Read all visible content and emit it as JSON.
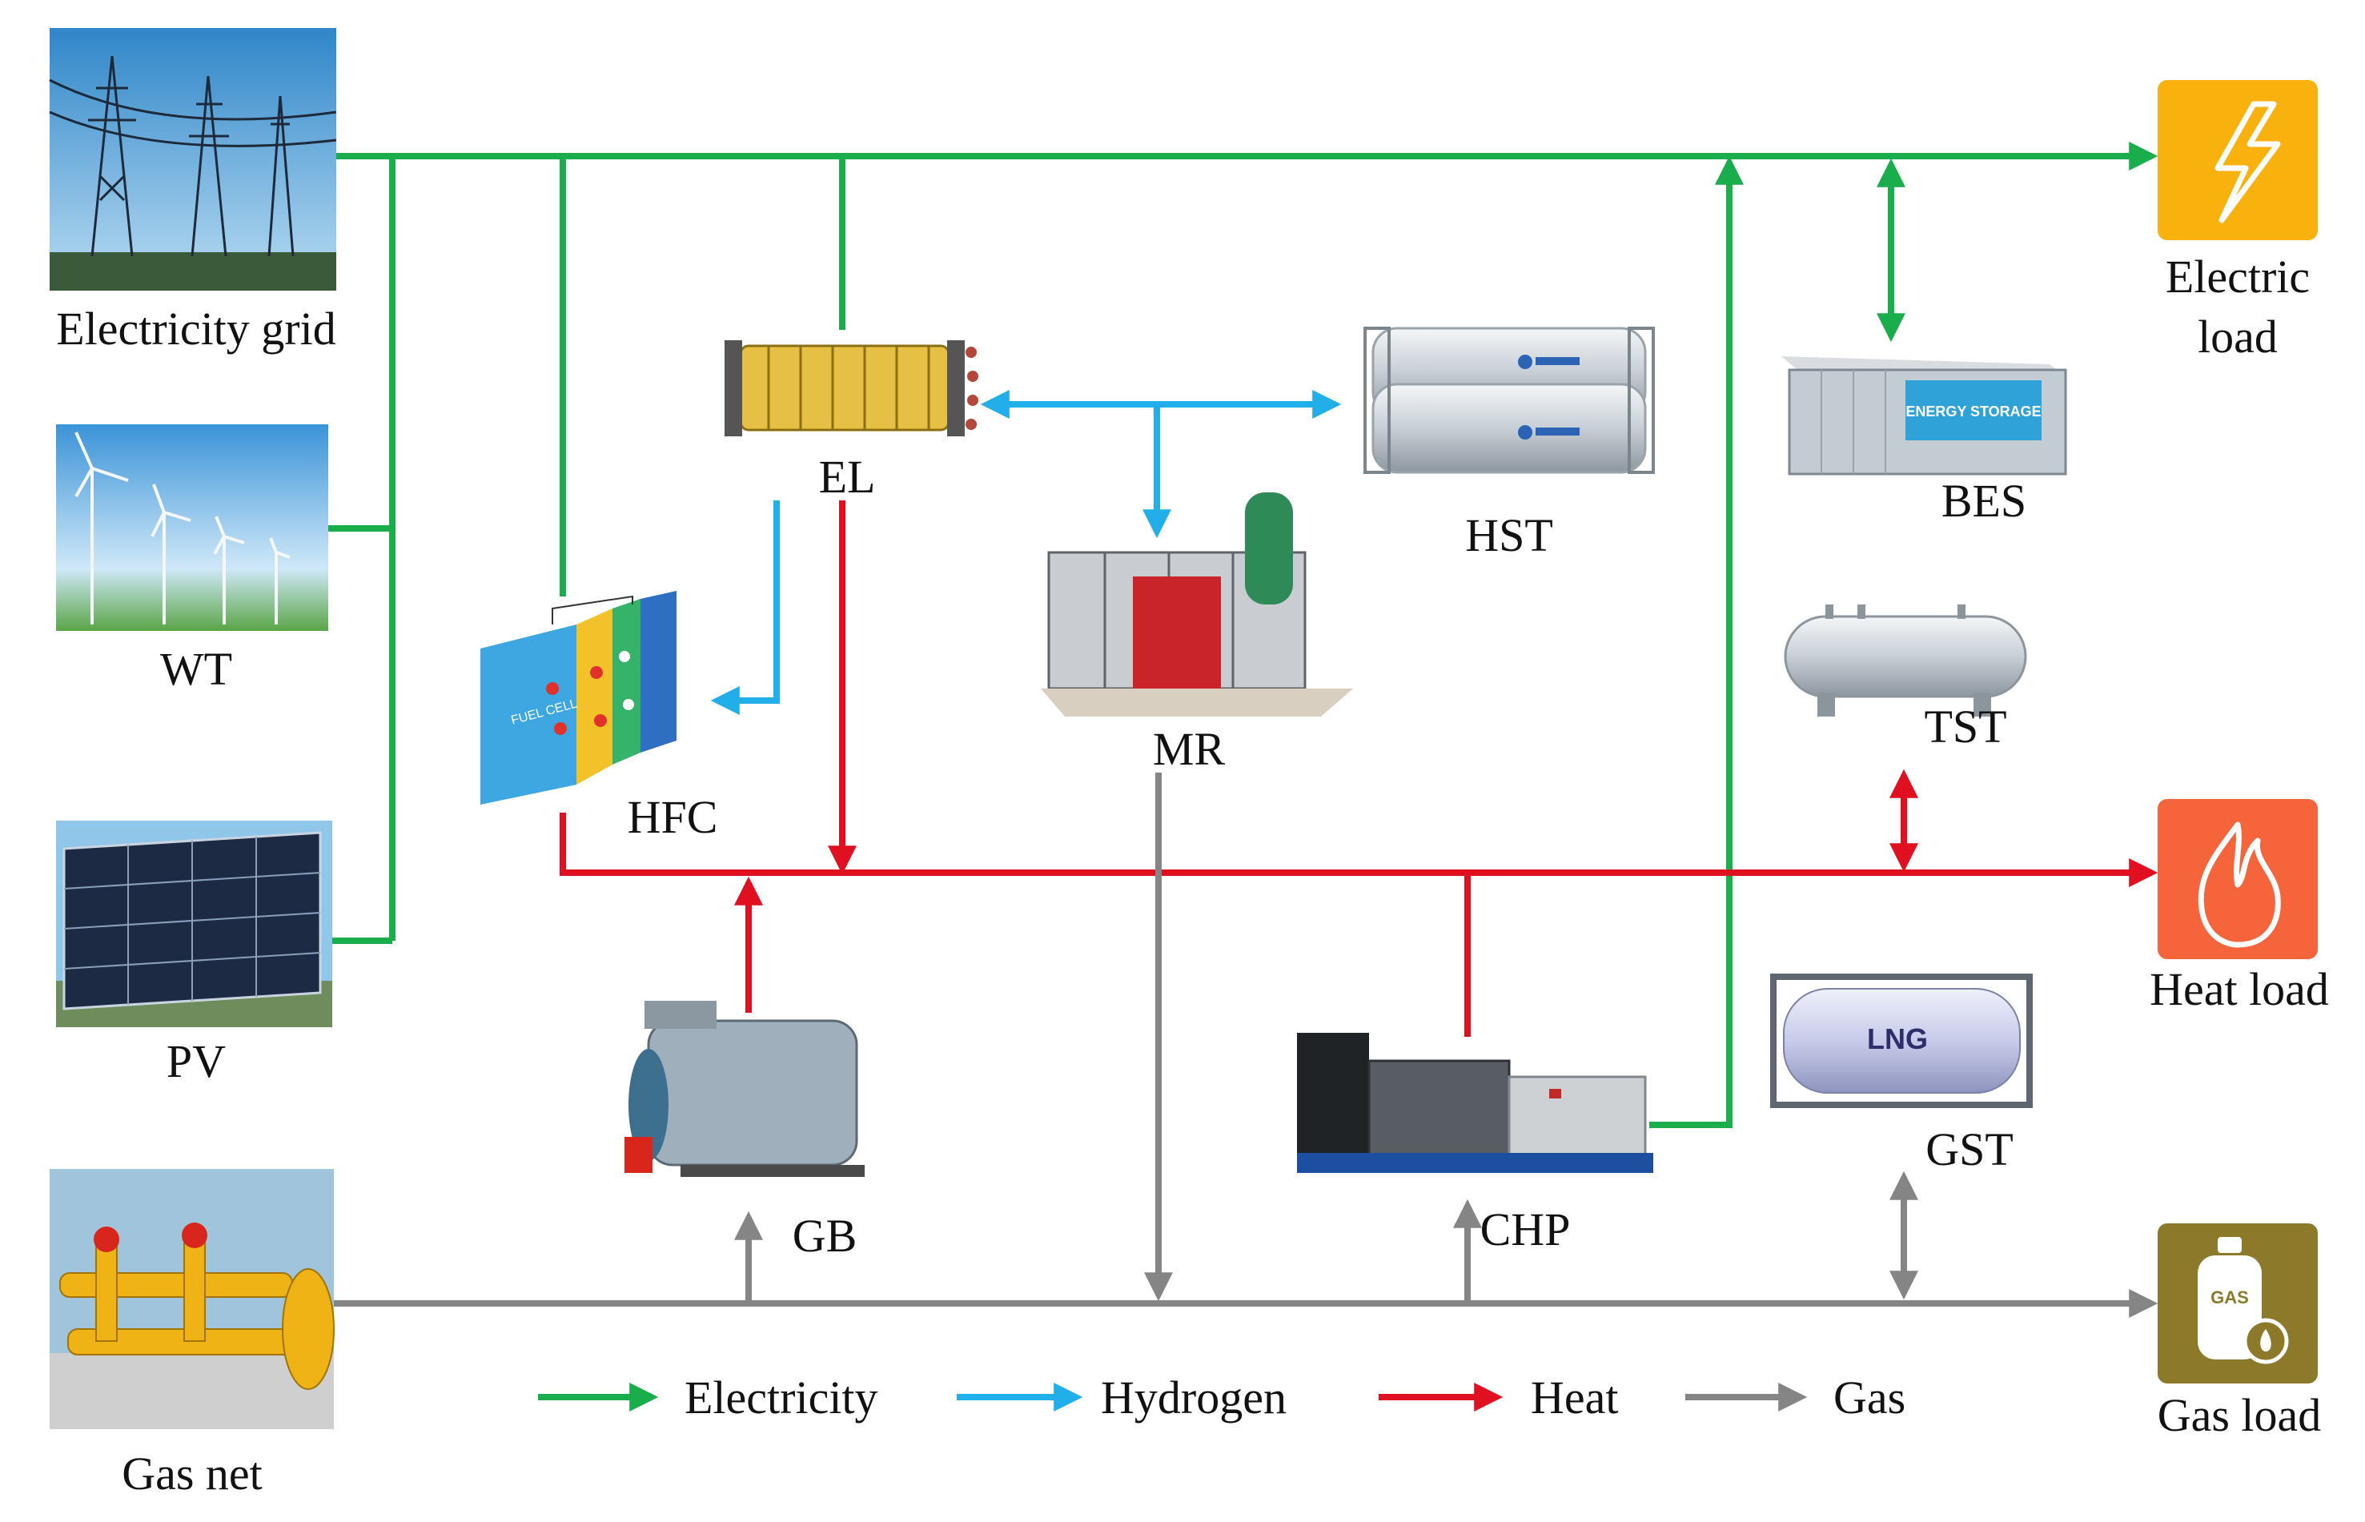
{
  "sources": {
    "grid": "Electricity grid",
    "wt": "WT",
    "pv": "PV",
    "gas_net": "Gas net"
  },
  "devices": {
    "el": "EL",
    "hst": "HST",
    "hfc": "HFC",
    "mr": "MR",
    "gb": "GB",
    "chp": "CHP",
    "bes": "BES",
    "tst": "TST",
    "gst": "GST"
  },
  "gst_tank_lettering": "LNG",
  "bes_container_lettering": "ENERGY STORAGE",
  "hfc_stack_lettering": "FUEL CELL",
  "loads": {
    "electric_line1": "Electric",
    "electric_line2": "load",
    "heat": "Heat load",
    "gas": "Gas load",
    "gas_icon_text": "GAS"
  },
  "legend": {
    "electricity": "Electricity",
    "hydrogen": "Hydrogen",
    "heat": "Heat",
    "gas": "Gas"
  },
  "colors": {
    "electricity": "#1aad4b",
    "hydrogen": "#22aee8",
    "heat": "#e01020",
    "gas": "#858585",
    "electric_load_bg": "#f9b10e",
    "heat_load_bg": "#f6643c",
    "gas_load_bg": "#8c7a2a"
  }
}
